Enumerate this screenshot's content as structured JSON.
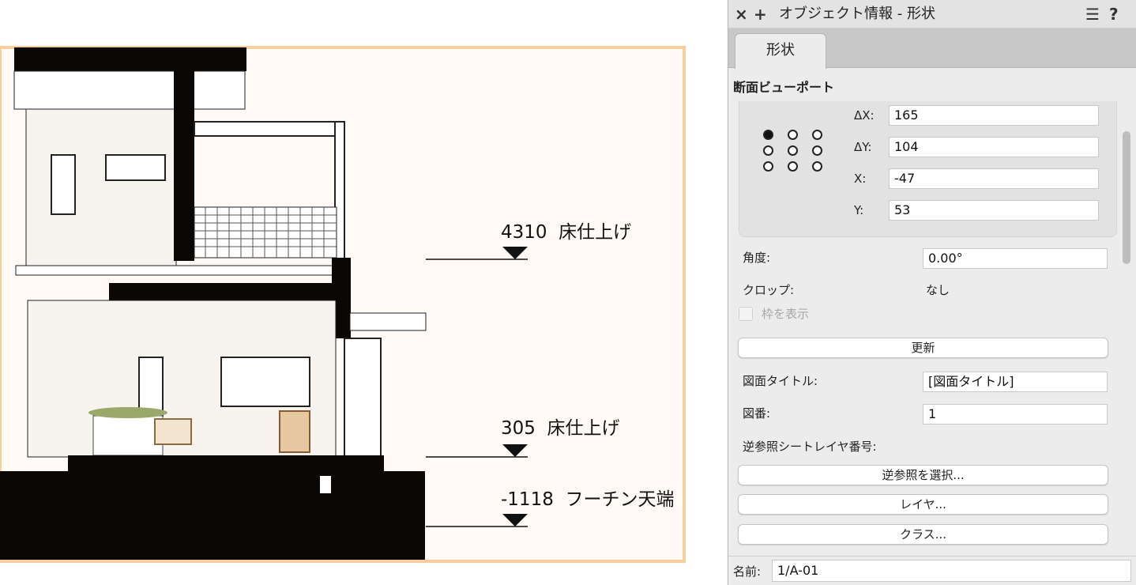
{
  "drawing": {
    "levels": [
      {
        "elevation": "4310",
        "label": "床仕上げ"
      },
      {
        "elevation": "305",
        "label": "床仕上げ"
      },
      {
        "elevation": "-1118",
        "label": "フーチン天端"
      }
    ]
  },
  "palette": {
    "title": "オブジェクト情報 - 形状",
    "icons": {
      "close": "×",
      "add": "+",
      "menu": "☰",
      "help": "?"
    },
    "tab_label": "形状",
    "section_title": "断面ビューポート",
    "coords": {
      "dx_label": "ΔX:",
      "dx_value": "165",
      "dy_label": "ΔY:",
      "dy_value": "104",
      "x_label": "X:",
      "x_value": "-47",
      "y_label": "Y:",
      "y_value": "53"
    },
    "angle_label": "角度:",
    "angle_value": "0.00°",
    "crop_label": "クロップ:",
    "crop_value": "なし",
    "show_frame_label": "枠を表示",
    "update_button": "更新",
    "drawing_title_label": "図面タイトル:",
    "drawing_title_value": "[図面タイトル]",
    "drawing_number_label": "図番:",
    "drawing_number_value": "1",
    "reverse_ref_label": "逆参照シートレイヤ番号:",
    "reverse_ref_button": "逆参照を選択...",
    "layer_button": "レイヤ...",
    "class_button": "クラス...",
    "name_label": "名前:",
    "name_value": "1/A-01"
  },
  "colors": {
    "border_orange": "#f7cf9a",
    "fill_cream": "#fffaf5",
    "palette_bg": "#ececec"
  }
}
